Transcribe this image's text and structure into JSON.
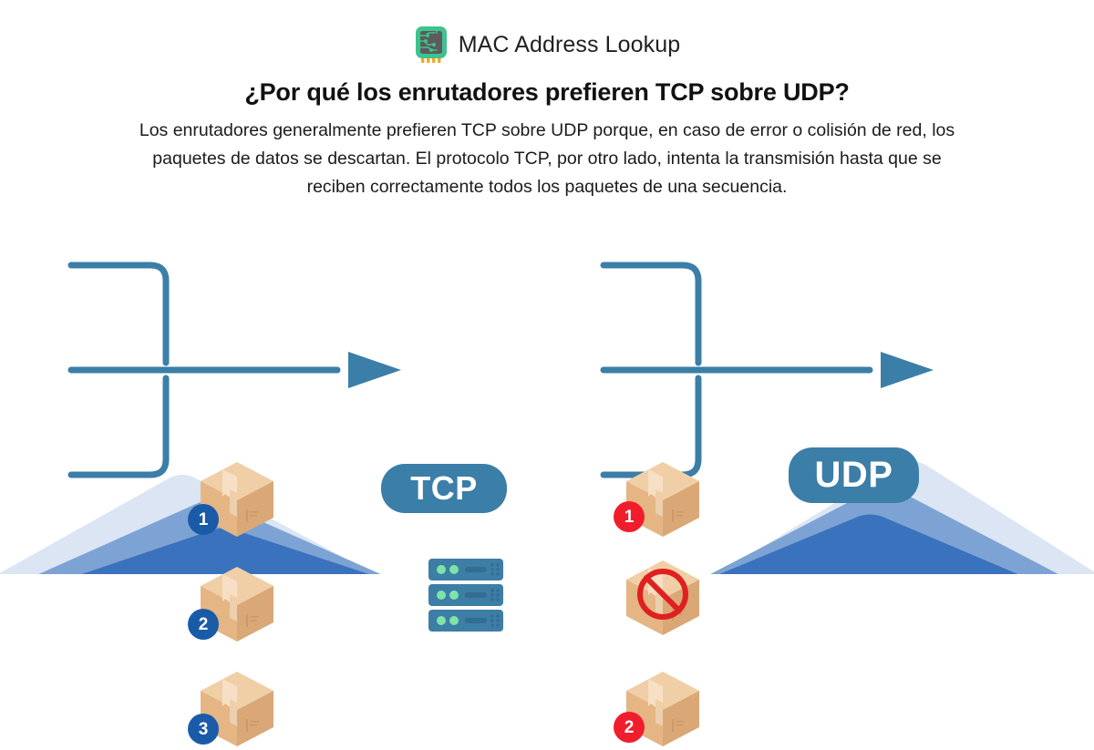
{
  "brand": {
    "name": "MAC Address Lookup",
    "logo_icon": "chip-icon"
  },
  "header": {
    "title": "¿Por qué los enrutadores prefieren TCP sobre UDP?",
    "description": "Los enrutadores generalmente prefieren TCP sobre UDP porque, en caso de error o colisión de red, los paquetes de datos se descartan. El protocolo TCP, por otro lado, intenta la transmisión hasta que se reciben correctamente todos los paquetes de una secuencia."
  },
  "colors": {
    "brand_green": "#3ec28f",
    "chip_body": "#5c5c5c",
    "chip_pins": "#f5a623",
    "protocol_badge_blue": "#3b7ea8",
    "connector_blue": "#3b7ea8",
    "seq_badge_blue": "#1a5ba8",
    "seq_badge_red": "#f01e2c",
    "box_front": "#e5b584",
    "box_side": "#d9a876",
    "box_top": "#f0cfa6",
    "tape": "#f6dfc4",
    "server_body": "#3d7ea6",
    "server_led": "#7fe3a8",
    "blocked_red": "#e02020",
    "wave_light": "#dbe5f3",
    "wave_mid": "#7da3d4",
    "wave_dark": "#3b72bd",
    "text_dark": "#111111"
  },
  "diagram": {
    "panels": [
      {
        "protocol": "TCP",
        "badge_color": "seq_badge_blue",
        "packets": [
          {
            "seq": "1",
            "state": "delivered",
            "icon": "package-icon"
          },
          {
            "seq": "2",
            "state": "delivered",
            "icon": "package-icon"
          },
          {
            "seq": "3",
            "state": "delivered",
            "icon": "package-icon"
          }
        ],
        "destination": "server-icon",
        "delivered_count": 3
      },
      {
        "protocol": "UDP",
        "badge_color": "seq_badge_red",
        "packets": [
          {
            "seq": "1",
            "state": "delivered",
            "icon": "package-icon"
          },
          {
            "seq": "",
            "state": "dropped",
            "icon": "package-blocked-icon"
          },
          {
            "seq": "2",
            "state": "delivered",
            "icon": "package-icon"
          }
        ],
        "destination": "server-icon",
        "delivered_count": 2
      }
    ]
  }
}
